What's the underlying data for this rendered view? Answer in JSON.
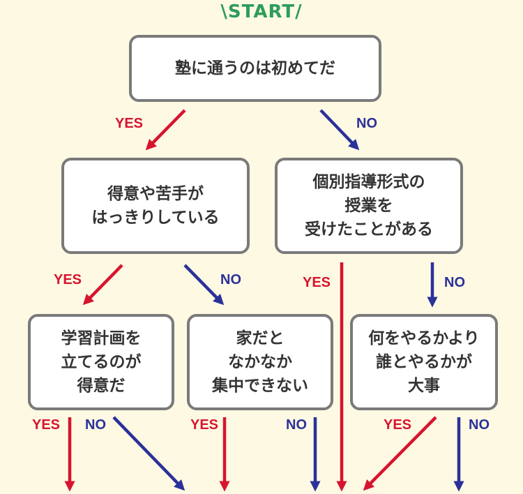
{
  "title": "\\START/",
  "colors": {
    "yes": "#D7142F",
    "no": "#2B3199",
    "title": "#2E9C5A",
    "border": "#7A7A7A",
    "background": "#FEF9E3"
  },
  "nodes": {
    "q1": "塾に通うのは初めてだ",
    "q2": "得意や苦手が\nはっきりしている",
    "q3": "個別指導形式の\n授業を\n受けたことがある",
    "q4": "学習計画を\n立てるのが\n得意だ",
    "q5": "家だと\nなかなか\n集中できない",
    "q6": "何をやるかより\n誰とやるかが\n大事"
  },
  "labels": {
    "yes": "YES",
    "no": "NO"
  }
}
